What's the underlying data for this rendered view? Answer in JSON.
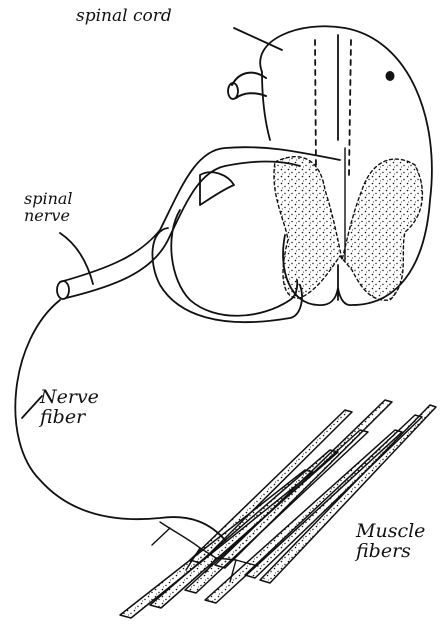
{
  "labels": {
    "spinal_cord": "spinal cord",
    "spinal_nerve": "spinal\nnerve",
    "nerve_fiber": "Nerve\nfiber",
    "muscle_fibers": "Muscle\nfibers"
  },
  "colors": {
    "ink": "#111111",
    "background": "#ffffff"
  }
}
